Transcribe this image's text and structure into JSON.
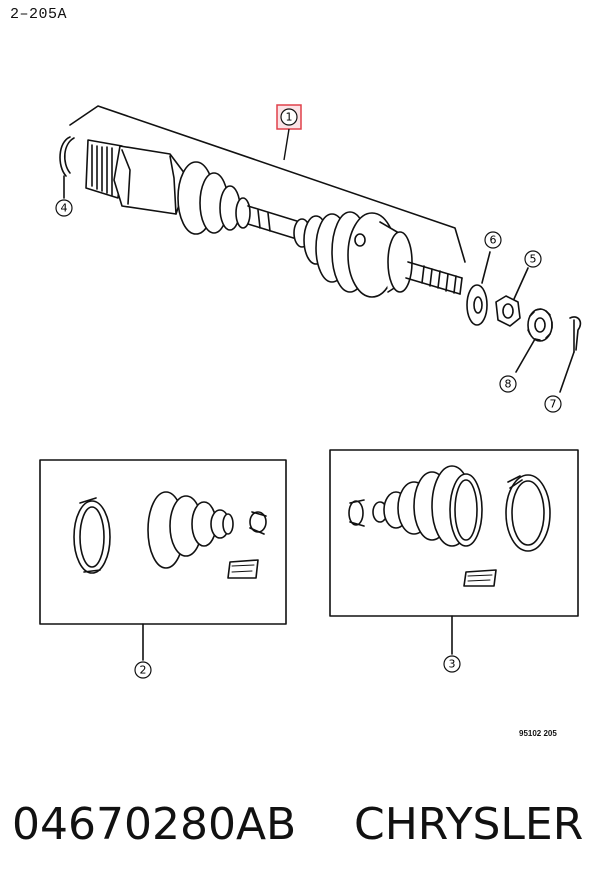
{
  "page_ref": "2–205A",
  "callouts": {
    "c1": "1",
    "c2": "2",
    "c3": "3",
    "c4": "4",
    "c5": "5",
    "c6": "6",
    "c7": "7",
    "c8": "8"
  },
  "figure_code": "95102 205",
  "footer": {
    "part_number": "04670280AB",
    "brand": "CHRYSLER"
  },
  "colors": {
    "line": "#111111",
    "highlight": "#e0404a",
    "highlight_fill": "#fbe3e6"
  }
}
